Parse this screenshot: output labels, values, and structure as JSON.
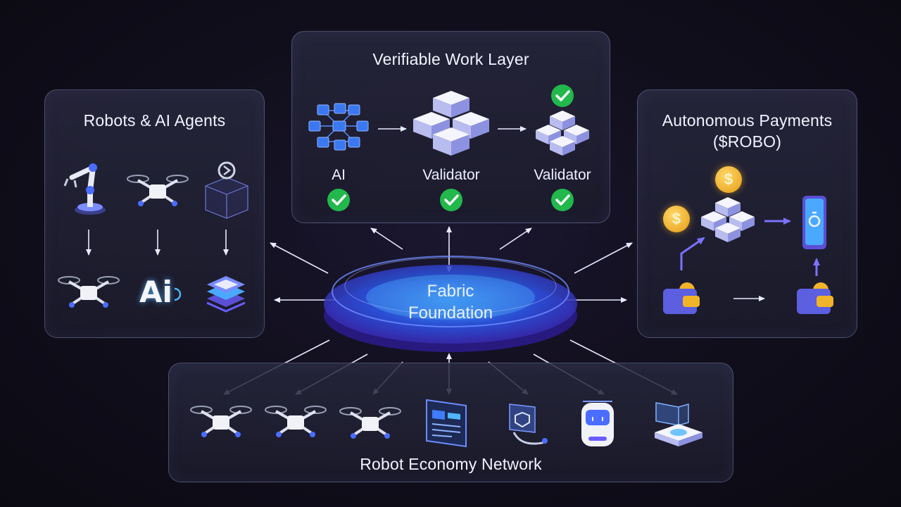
{
  "robots_panel": {
    "title": "Robots & AI Agents",
    "icons_top": [
      "robot-arm-icon",
      "drone-icon",
      "holo-cube-icon"
    ],
    "icons_bottom": [
      "drone-icon",
      "ai-logo-icon",
      "layered-chip-icon"
    ],
    "ai_logo_text": "Ai"
  },
  "work_panel": {
    "title": "Verifiable Work Layer",
    "stages": [
      {
        "label": "AI",
        "verified": true
      },
      {
        "label": "Validator",
        "verified": true
      },
      {
        "label": "Validator",
        "verified": true
      }
    ],
    "extra_check": true
  },
  "payments_panel": {
    "title_line1": "Autonomous Payments",
    "title_line2": "($ROBO)",
    "coin_symbol": "$",
    "icons": [
      "coin-icon",
      "block-cluster-icon",
      "phone-wallet-icon",
      "wallet-icon"
    ]
  },
  "core": {
    "line1": "Fabric",
    "line2": "Foundation"
  },
  "network_panel": {
    "title": "Robot Economy Network",
    "devices": [
      "drone-icon",
      "drone-icon",
      "drone-icon",
      "dashboard-screen-icon",
      "shield-device-icon",
      "service-robot-icon",
      "holo-terminal-icon"
    ]
  },
  "colors": {
    "accent": "#6a5cff",
    "check": "#22b84c",
    "core_glow": "#2f7dff",
    "gold": "#f4b41a",
    "panel_border": "#a0aadc"
  }
}
